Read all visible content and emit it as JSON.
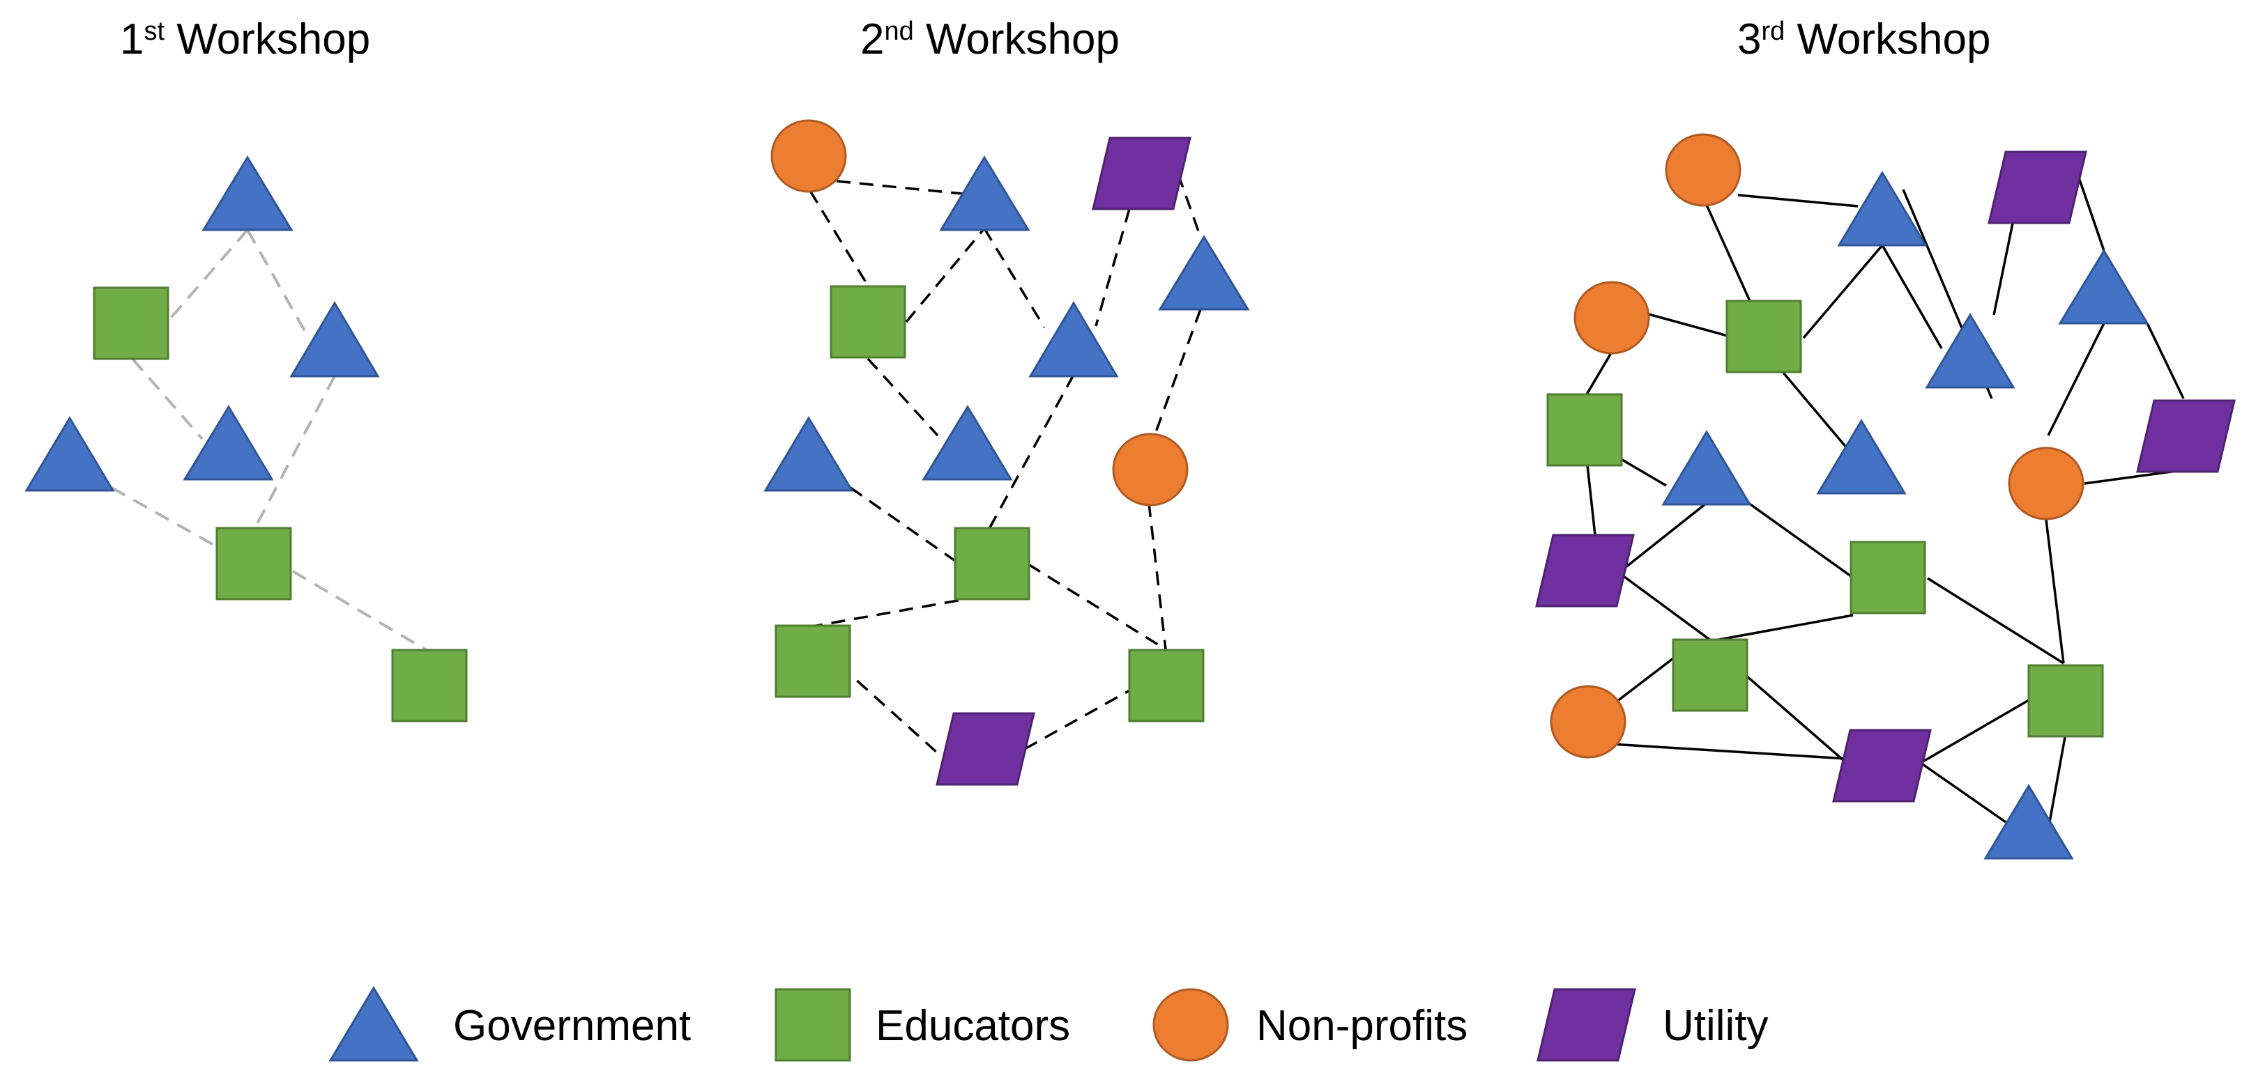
{
  "panels": [
    {
      "title": "1",
      "title_sup": "st",
      "title_rest": " Workshop",
      "edge_style": "dashed-gray"
    },
    {
      "title": "2",
      "title_sup": "nd",
      "title_rest": " Workshop",
      "edge_style": "dashed-black"
    },
    {
      "title": "3",
      "title_sup": "rd",
      "title_rest": " Workshop",
      "edge_style": "solid-black"
    }
  ],
  "legend": [
    {
      "label": "Government",
      "shape": "triangle",
      "color": "#4472c4"
    },
    {
      "label": "Educators",
      "shape": "square",
      "color": "#70ad47"
    },
    {
      "label": "Non-profits",
      "shape": "circle",
      "color": "#ed7d31"
    },
    {
      "label": "Utility",
      "shape": "parallelogram",
      "color": "#7030a0"
    }
  ],
  "colors": {
    "government": "#4472c4",
    "government_stroke": "#2f5597",
    "educators": "#70ad47",
    "educators_stroke": "#507e32",
    "nonprofits": "#ed7d31",
    "nonprofits_stroke": "#ae5a21",
    "utility": "#7030a0",
    "utility_stroke": "#4e2270"
  }
}
